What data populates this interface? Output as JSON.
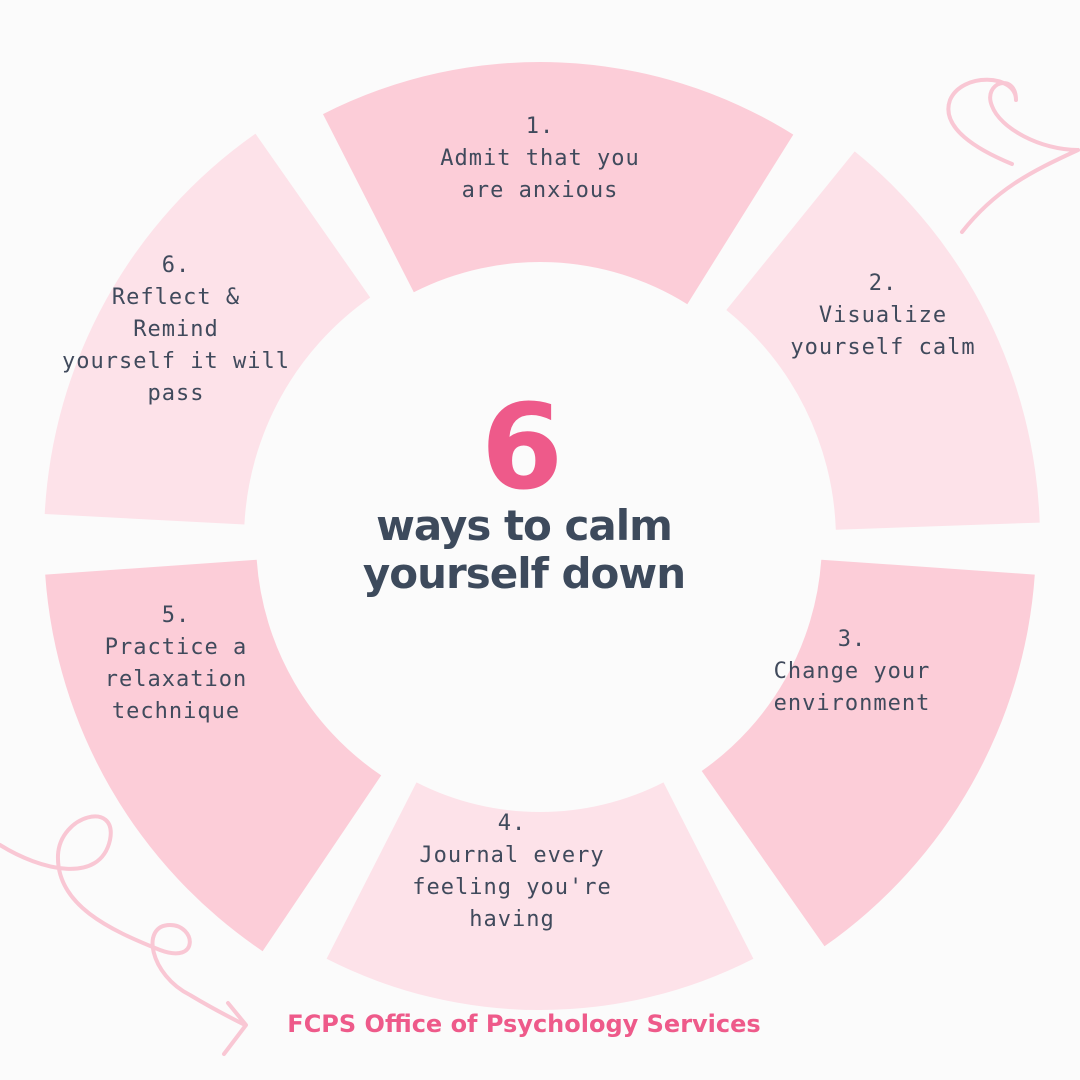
{
  "center": {
    "number": "6",
    "title_lines": [
      "ways to calm",
      "yourself down"
    ]
  },
  "steps": [
    {
      "lines": [
        "1.",
        "Admit that you",
        "are anxious"
      ]
    },
    {
      "lines": [
        "2.",
        "Visualize",
        "yourself calm"
      ]
    },
    {
      "lines": [
        "3.",
        "Change your",
        "environment"
      ]
    },
    {
      "lines": [
        "4.",
        "Journal every",
        "feeling you're",
        "having"
      ]
    },
    {
      "lines": [
        "5.",
        "Practice a",
        "relaxation",
        "technique"
      ]
    },
    {
      "lines": [
        "6.",
        "Reflect &",
        "Remind",
        "yourself it will",
        "pass"
      ]
    }
  ],
  "footer": {
    "credit": "FCPS Office of Psychology Services"
  },
  "colors": {
    "background": "#fbfbfb",
    "segment_dark": "#fccdd8",
    "segment_light": "#fde2e9",
    "accent_pink": "#ee5a8a",
    "title_slate": "#3d4a5c",
    "body_text": "#404a5c",
    "decor_stroke": "#f9c7d4"
  }
}
